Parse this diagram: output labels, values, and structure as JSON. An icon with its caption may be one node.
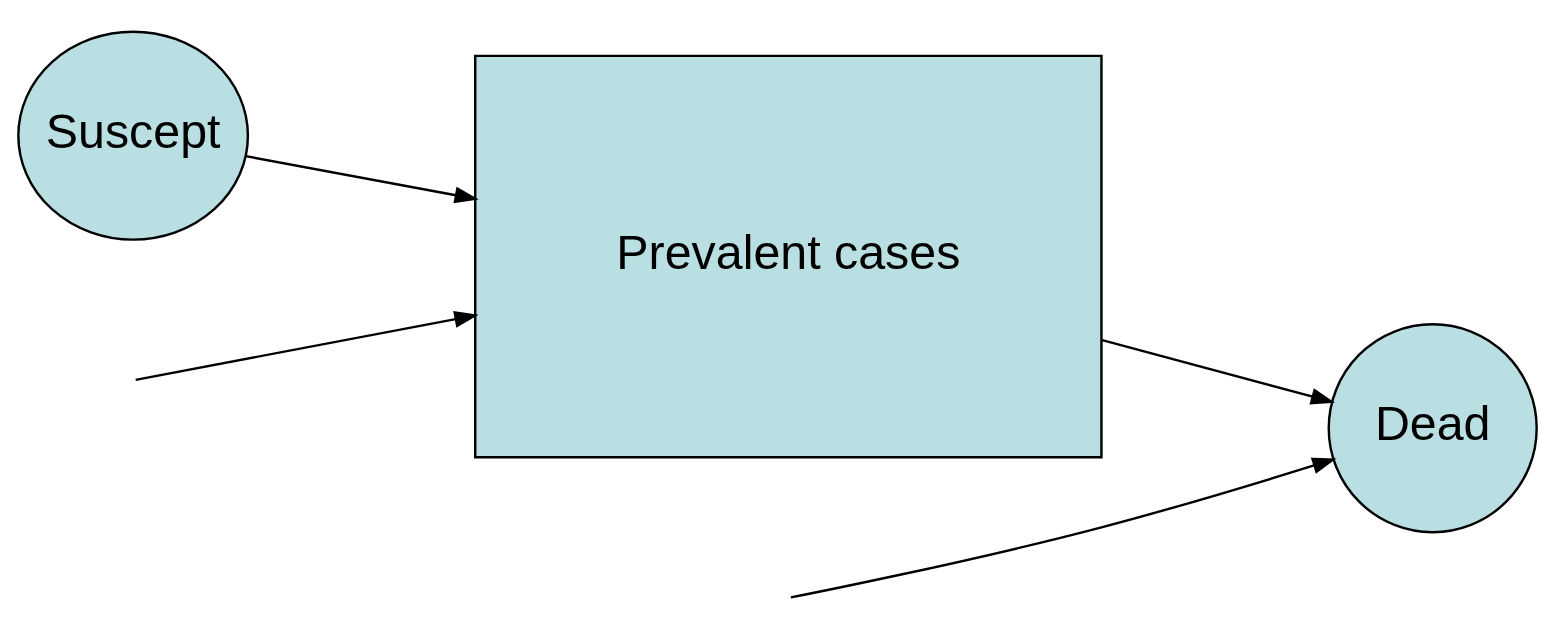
{
  "diagram": {
    "nodes": [
      {
        "text": [
          "Suscept"
        ]
      },
      {
        "text": [
          "Prevalent cases"
        ]
      },
      {
        "text": [
          "Dead"
        ]
      }
    ],
    "edges": [
      {
        "from": 0,
        "to": 1,
        "arrow": "to"
      },
      {
        "from": null,
        "to": 1,
        "arrow": "to"
      },
      {
        "from": 1,
        "to": 2,
        "arrow": "to"
      },
      {
        "from": null,
        "to": 2,
        "arrow": "to"
      }
    ]
  }
}
